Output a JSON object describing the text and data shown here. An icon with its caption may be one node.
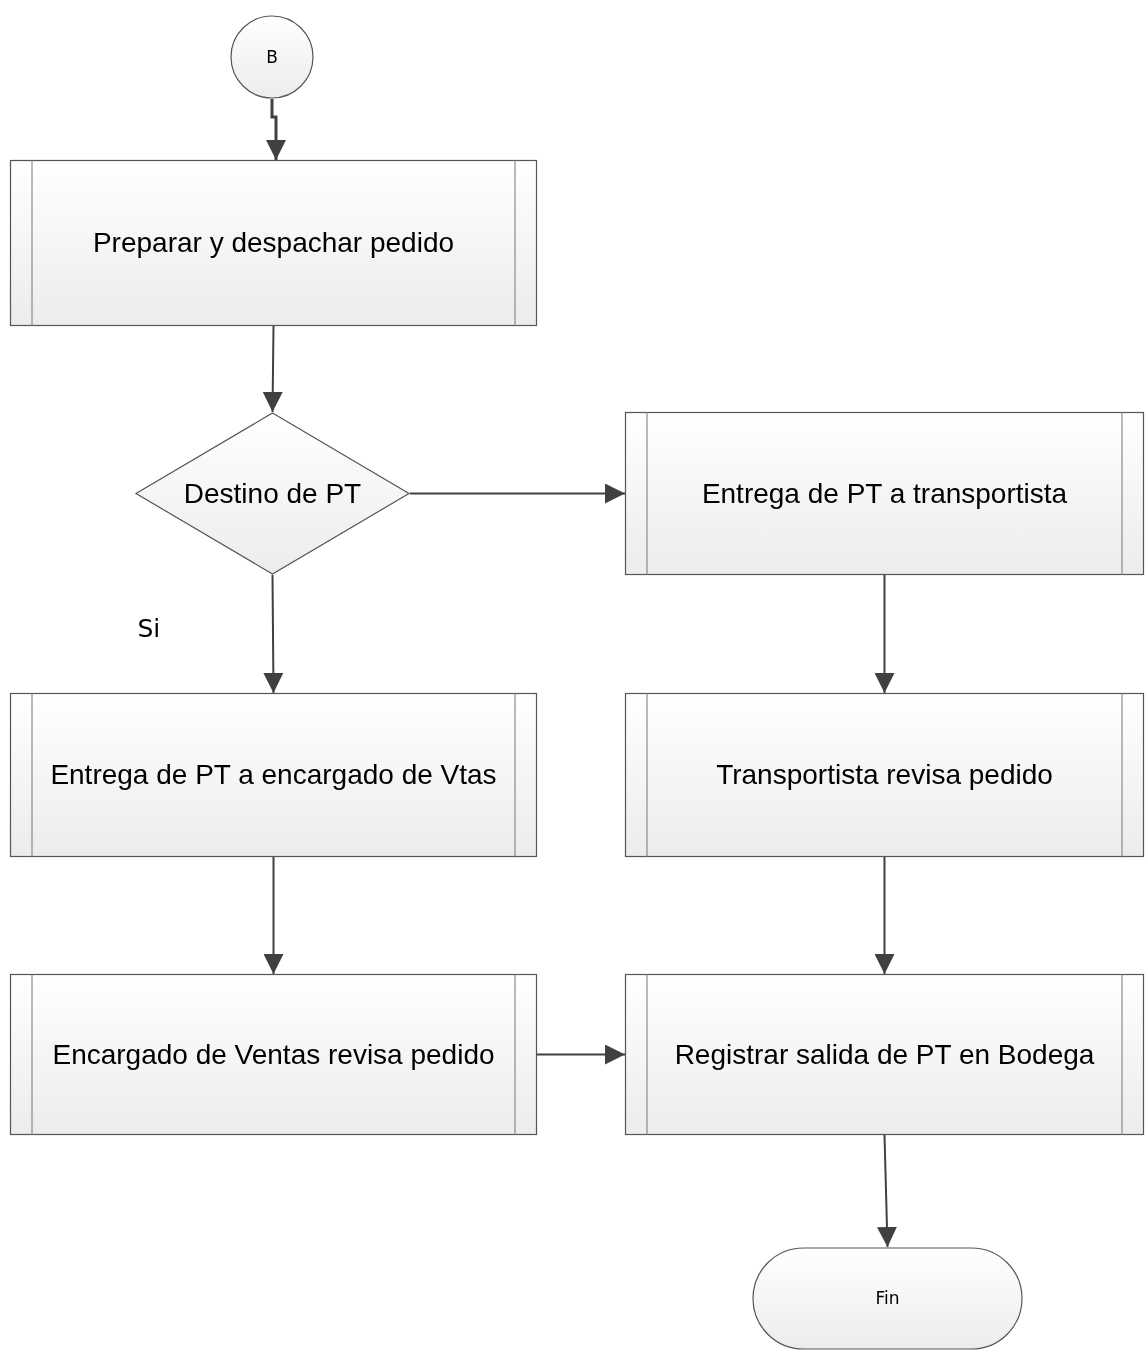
{
  "diagram": {
    "nodes": [
      {
        "text": [
          "B"
        ]
      },
      {
        "text": [
          "Preparar y despachar pedido"
        ]
      },
      {
        "text": [
          "Destino de PT"
        ]
      },
      {
        "text": [
          "Entrega de PT a transportista"
        ]
      },
      {
        "text": [
          "Entrega de PT a encargado de Vtas"
        ]
      },
      {
        "text": [
          "Transportista revisa pedido"
        ]
      },
      {
        "text": [
          "Encargado de Ventas revisa pedido"
        ]
      },
      {
        "text": [
          "Registrar salida de PT en Bodega"
        ]
      },
      {
        "text": [
          "Fin"
        ]
      }
    ],
    "edges": [
      {
        "from": 0,
        "to": 1,
        "arrow": "to"
      },
      {
        "from": 1,
        "to": 2,
        "arrow": "to"
      },
      {
        "from": 2,
        "to": 3,
        "arrow": "to"
      },
      {
        "from": 2,
        "to": 4,
        "arrow": "to",
        "label": "Si"
      },
      {
        "from": 3,
        "to": 5,
        "arrow": "to"
      },
      {
        "from": 4,
        "to": 6,
        "arrow": "to"
      },
      {
        "from": 5,
        "to": 7,
        "arrow": "to"
      },
      {
        "from": 6,
        "to": 7,
        "arrow": "to"
      },
      {
        "from": 7,
        "to": 8,
        "arrow": "to"
      }
    ]
  }
}
